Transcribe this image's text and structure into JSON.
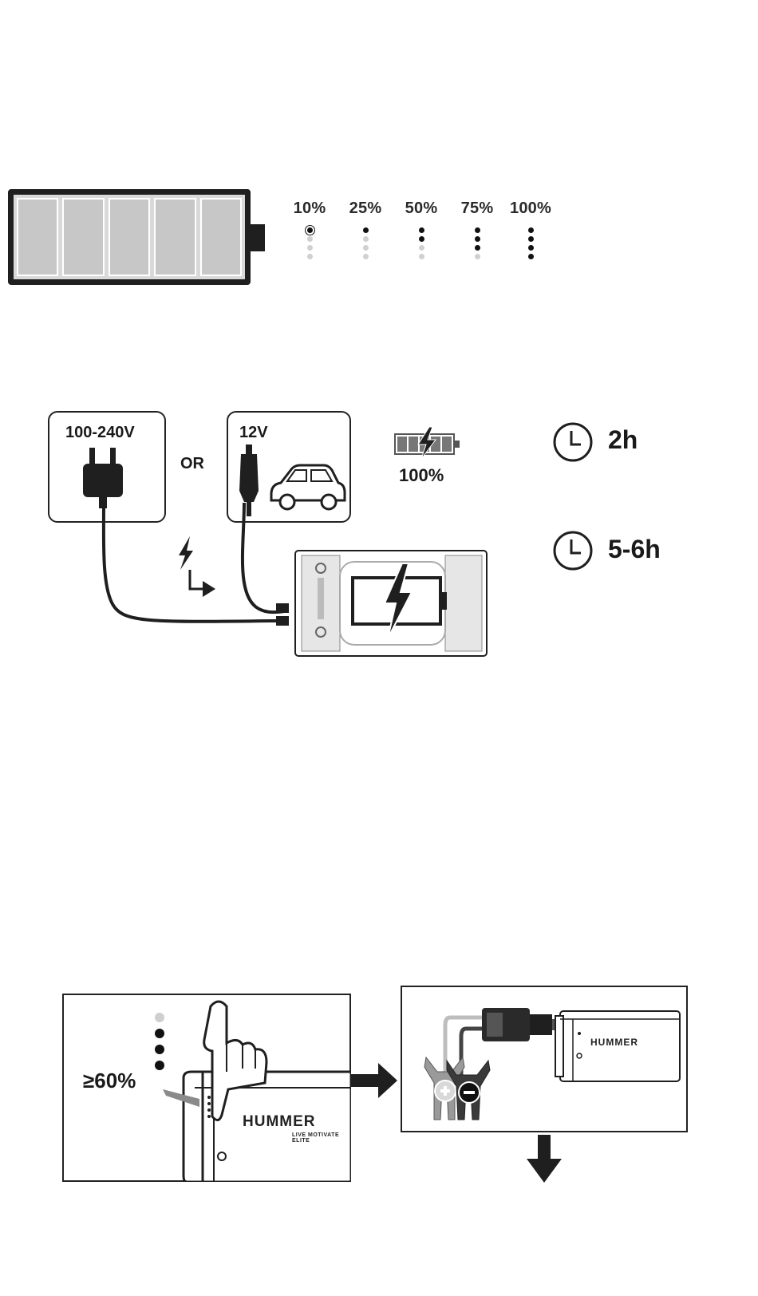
{
  "battery_levels": {
    "levels": [
      {
        "label": "10%",
        "lit": 0,
        "blinking": 1
      },
      {
        "label": "25%",
        "lit": 1,
        "blinking": 0
      },
      {
        "label": "50%",
        "lit": 2,
        "blinking": 0
      },
      {
        "label": "75%",
        "lit": 3,
        "blinking": 0
      },
      {
        "label": "100%",
        "lit": 4,
        "blinking": 0
      }
    ],
    "indicator_count": 4
  },
  "charging": {
    "ac_label": "100-240V",
    "or_label": "OR",
    "dc_label": "12V",
    "full_label": "100%",
    "ac_time": "2h",
    "dc_time": "5-6h"
  },
  "jump_start": {
    "min_charge": "≥60%",
    "brand": "HUMMER",
    "brand_sub": "LIVE MOTIVATE ELITE"
  },
  "colors": {
    "ink": "#1f1f1f",
    "cell_gray": "#c7c7c7",
    "dot_off": "#d0d0d0"
  }
}
